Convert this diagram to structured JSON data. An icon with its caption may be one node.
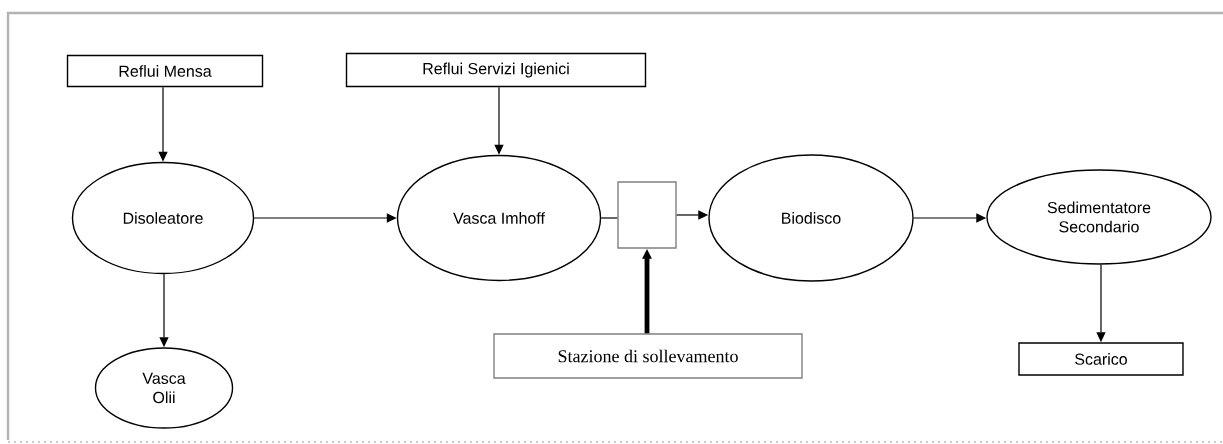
{
  "diagram": {
    "nodes": [
      {
        "text": [
          "Reflui Mensa"
        ]
      },
      {
        "text": [
          "Reflui Servizi Igienici"
        ]
      },
      {
        "text": [
          "Disoleatore"
        ]
      },
      {
        "text": [
          "Vasca Imhoff"
        ]
      },
      {
        "text": [],
        "shape": "box"
      },
      {
        "text": [
          "Biodisco"
        ]
      },
      {
        "text": [
          "Sedimentatore Secondario"
        ]
      },
      {
        "text": [
          "Vasca Olii"
        ]
      },
      {
        "text": [
          "Stazione di sollevamento"
        ]
      },
      {
        "text": [
          "Scarico"
        ]
      }
    ],
    "edges": [
      {
        "from": 0,
        "to": 2,
        "arrow": "to"
      },
      {
        "from": 1,
        "to": 3,
        "arrow": "to"
      },
      {
        "from": 2,
        "to": 3,
        "arrow": "to"
      },
      {
        "from": 3,
        "to": 4,
        "arrow": "none"
      },
      {
        "from": 4,
        "to": 5,
        "arrow": "to"
      },
      {
        "from": 5,
        "to": 6,
        "arrow": "to"
      },
      {
        "from": 2,
        "to": 7,
        "arrow": "to"
      },
      {
        "from": 8,
        "to": 4,
        "arrow": "to",
        "style": "thick"
      },
      {
        "from": 6,
        "to": 9,
        "arrow": "to"
      }
    ]
  }
}
